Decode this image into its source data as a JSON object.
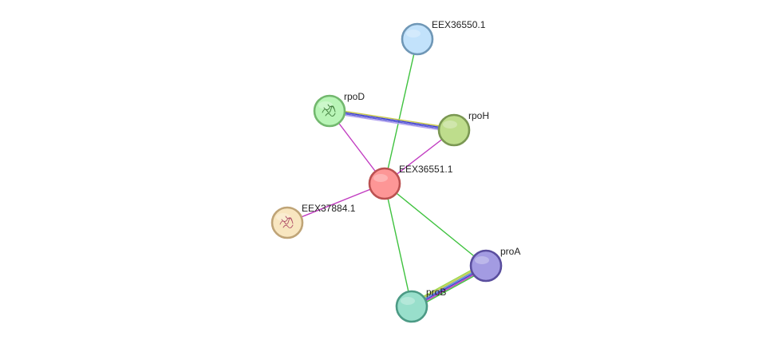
{
  "network": {
    "nodes": [
      {
        "id": "EEX36550.1",
        "label": "EEX36550.1",
        "fill": "#c2e2fb",
        "stroke": "#6f97b6"
      },
      {
        "id": "rpoD",
        "label": "rpoD",
        "fill": "#b9f5b7",
        "stroke": "#72b86e",
        "icon": "protein-structure-icon",
        "icon_color": "#3f7d3b"
      },
      {
        "id": "rpoH",
        "label": "rpoH",
        "fill": "#bedd8c",
        "stroke": "#7a9752"
      },
      {
        "id": "EEX36551.1",
        "label": "EEX36551.1",
        "fill": "#fd9696",
        "stroke": "#bb5151"
      },
      {
        "id": "EEX37884.1",
        "label": "EEX37884.1",
        "fill": "#f8e6c0",
        "stroke": "#bfa477",
        "icon": "protein-structure-icon",
        "icon_color": "#b0506a"
      },
      {
        "id": "proA",
        "label": "proA",
        "fill": "#a39be2",
        "stroke": "#5a4e9e"
      },
      {
        "id": "proB",
        "label": "proB",
        "fill": "#98dfcb",
        "stroke": "#4c9a85"
      }
    ],
    "edges": [
      {
        "source": "EEX36551.1",
        "target": "EEX36550.1",
        "colors": [
          "#3fc23f"
        ]
      },
      {
        "source": "EEX36551.1",
        "target": "rpoD",
        "colors": [
          "#c13cc1"
        ]
      },
      {
        "source": "EEX36551.1",
        "target": "rpoH",
        "colors": [
          "#c13cc1"
        ]
      },
      {
        "source": "EEX36551.1",
        "target": "EEX37884.1",
        "colors": [
          "#c13cc1"
        ]
      },
      {
        "source": "EEX36551.1",
        "target": "proA",
        "colors": [
          "#3fc23f"
        ]
      },
      {
        "source": "EEX36551.1",
        "target": "proB",
        "colors": [
          "#3fc23f"
        ]
      },
      {
        "source": "rpoD",
        "target": "rpoH",
        "colors": [
          "#c8c84a",
          "#3a3aca",
          "#5a5ad8",
          "#b3a3ee"
        ]
      },
      {
        "source": "proA",
        "target": "proB",
        "colors": [
          "#3fc23f",
          "#c13cc1",
          "#3a3aca",
          "#5a8ad8",
          "#c8c84a",
          "#9ad84a"
        ]
      }
    ]
  }
}
